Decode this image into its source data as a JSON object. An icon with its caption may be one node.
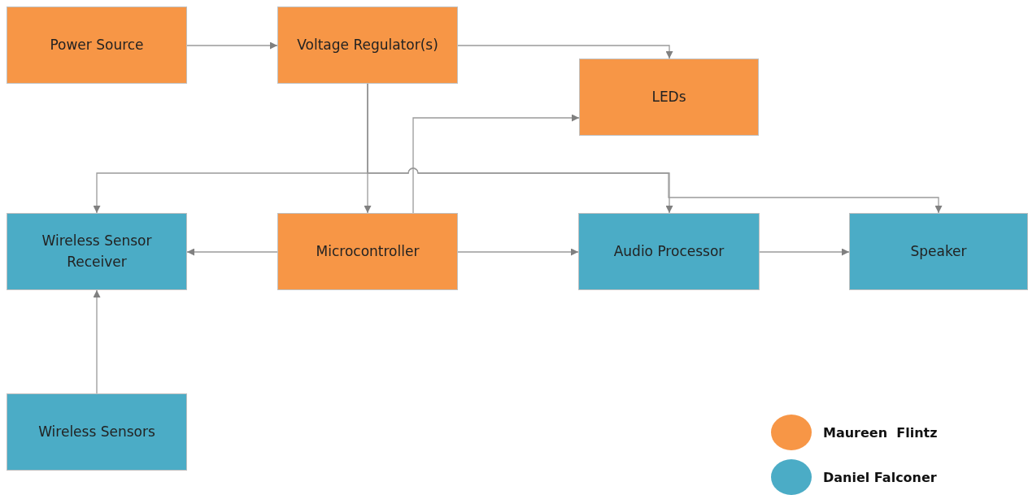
{
  "diagram": {
    "nodes": [
      {
        "text": [
          "Power Source"
        ]
      },
      {
        "text": [
          "Voltage Regulator(s)"
        ]
      },
      {
        "text": [
          "LEDs"
        ]
      },
      {
        "text": [
          "Wireless Sensor Receiver"
        ]
      },
      {
        "text": [
          "Microcontroller"
        ]
      },
      {
        "text": [
          "Audio Processor"
        ]
      },
      {
        "text": [
          "Speaker"
        ]
      },
      {
        "text": [
          "Wireless Sensors"
        ]
      }
    ],
    "edges": [
      {
        "from": 0,
        "to": 1,
        "arrow": "to"
      },
      {
        "from": 1,
        "to": 2,
        "arrow": "to"
      },
      {
        "from": 1,
        "to": 4,
        "arrow": "to"
      },
      {
        "from": 1,
        "to": 3,
        "arrow": "to"
      },
      {
        "from": 1,
        "to": 5,
        "arrow": "to"
      },
      {
        "from": 1,
        "to": 6,
        "arrow": "to"
      },
      {
        "from": 4,
        "to": 2,
        "arrow": "to"
      },
      {
        "from": 4,
        "to": 3,
        "arrow": "to"
      },
      {
        "from": 4,
        "to": 5,
        "arrow": "to"
      },
      {
        "from": 5,
        "to": 6,
        "arrow": "to"
      },
      {
        "from": 7,
        "to": 3,
        "arrow": "to"
      }
    ],
    "legend": [
      {
        "text": "Maureen  Flintz",
        "color": "#f79646"
      },
      {
        "text": "Daniel Falconer",
        "color": "#4bacc6"
      }
    ]
  }
}
